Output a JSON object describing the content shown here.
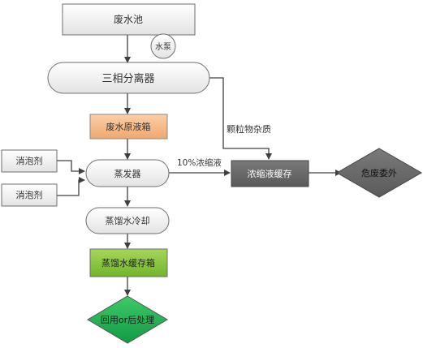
{
  "nodes": {
    "wastewater_pool": "废水池",
    "water_pump": "水泵",
    "three_phase_separator": "三相分离器",
    "raw_liquid_tank": "废水原液箱",
    "defoamer_1": "消泡剂",
    "defoamer_2": "消泡剂",
    "evaporator": "蒸发器",
    "distilled_water_cooling": "蒸馏水冷却",
    "distilled_water_buffer_tank": "蒸馏水缓存箱",
    "reuse_or_post_treatment": "回用or后处理",
    "concentrate_buffer": "浓缩液缓存",
    "hazardous_waste_outsourcing": "危废委外"
  },
  "edge_labels": {
    "concentrate_10pct": "10%浓缩液",
    "particle_impurities": "颗粒物杂质"
  },
  "colors": {
    "raw_tank_fill": "#f5b88a",
    "buffer_tank_fill": "#8cc542",
    "reuse_diamond_fill": "#1fae52",
    "concentrate_fill": "#6b6b6b",
    "hazard_diamond_fill": "#6b6b6b",
    "arrow": "#404040"
  }
}
